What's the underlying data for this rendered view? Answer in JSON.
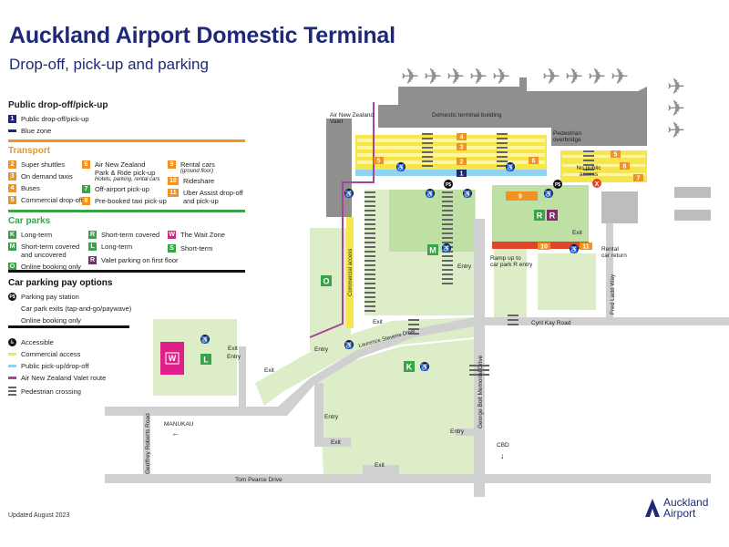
{
  "header": {
    "title": "Auckland Airport Domestic Terminal",
    "subtitle": "Drop-off, pick-up and parking"
  },
  "legend": {
    "dropoff": {
      "heading": "Public drop-off/pick-up",
      "items": [
        {
          "badge": "1",
          "label": "Public drop-off/pick-up"
        },
        {
          "label": "Blue zone"
        }
      ]
    },
    "transport": {
      "heading": "Transport",
      "col1": [
        {
          "badge": "2",
          "label": "Super shuttles"
        },
        {
          "badge": "3",
          "label": "On demand taxis"
        },
        {
          "badge": "4",
          "label": "Buses"
        },
        {
          "badge": "5",
          "label": "Commercial drop-off"
        }
      ],
      "col2": [
        {
          "badge": "6",
          "label": "Air New Zealand",
          "label2": "Park & Ride pick-up",
          "note": "Hotels, parking, rental cars"
        },
        {
          "badge": "7",
          "label": "Off-airport pick-up"
        },
        {
          "badge": "8",
          "label": "Pre-booked taxi pick-up"
        }
      ],
      "col3": [
        {
          "badge": "9",
          "label": "Rental cars",
          "note": "(ground floor)"
        },
        {
          "badge": "10",
          "label": "Rideshare"
        },
        {
          "badge": "11",
          "label": "Uber Assist drop-off",
          "label2": "and pick-up"
        }
      ]
    },
    "carparks": {
      "heading": "Car parks",
      "col1": [
        {
          "badge": "K",
          "label": "Long-term"
        },
        {
          "badge": "M",
          "label": "Short-term covered",
          "label2": "and uncovered"
        },
        {
          "badge": "O",
          "label": "Online booking only"
        }
      ],
      "col2": [
        {
          "badge": "R",
          "label": "Short-term covered"
        },
        {
          "badge": "L",
          "label": "Long-term"
        },
        {
          "badge": "R",
          "label": "Valet parking on first floor"
        }
      ],
      "col3": [
        {
          "badge": "W",
          "label": "The Wait Zone"
        },
        {
          "badge": "S",
          "label": "Short-term"
        }
      ]
    },
    "payment": {
      "heading": "Car parking pay options",
      "items": [
        {
          "icon": "P$",
          "label": "Parking pay station"
        },
        {
          "label": "Car park exits (tap-and-go/paywave)"
        },
        {
          "label": "Online booking only"
        }
      ]
    },
    "symbols": [
      {
        "label": "Accessible"
      },
      {
        "label": "Commercial access"
      },
      {
        "label": "Public pick-up/drop-off"
      },
      {
        "label": "Air New Zealand Valet route"
      },
      {
        "label": "Pedestrian crossing"
      }
    ]
  },
  "map": {
    "terminal": "Domestic terminal building",
    "overbridge": "Pedestrian overbridge",
    "valet": "Air New Zealand Valet",
    "no_public": "No public access",
    "rental_return": "Rental car return",
    "ramp": "Ramp up to car park R entry",
    "commercial": "Commercial access",
    "roads": {
      "cyril": "Cyril Kay Road",
      "laurence": "Laurence Stevens Drive",
      "george": "George Bolt Memorial Drive",
      "fred": "Fred Ladd Way",
      "geoffrey": "Geoffrey Roberts Road",
      "tom": "Tom Pearce Drive"
    },
    "directions": {
      "manukau": "MANUKAU",
      "cbd": "CBD"
    },
    "entry": "Entry",
    "exit": "Exit"
  },
  "footer": {
    "updated": "Updated August 2023",
    "logo_line1": "Auckland",
    "logo_line2": "Airport"
  },
  "colors": {
    "navy": "#1e2a78",
    "orange": "#f29222",
    "green": "#3aa34a",
    "magenta": "#e0208a",
    "purple": "#7b2b6e",
    "yellow": "#f7e64a",
    "blue": "#8fd3f0",
    "grass": "#dcedc8",
    "building": "#8f8f8f",
    "road": "#d0d0d0"
  }
}
